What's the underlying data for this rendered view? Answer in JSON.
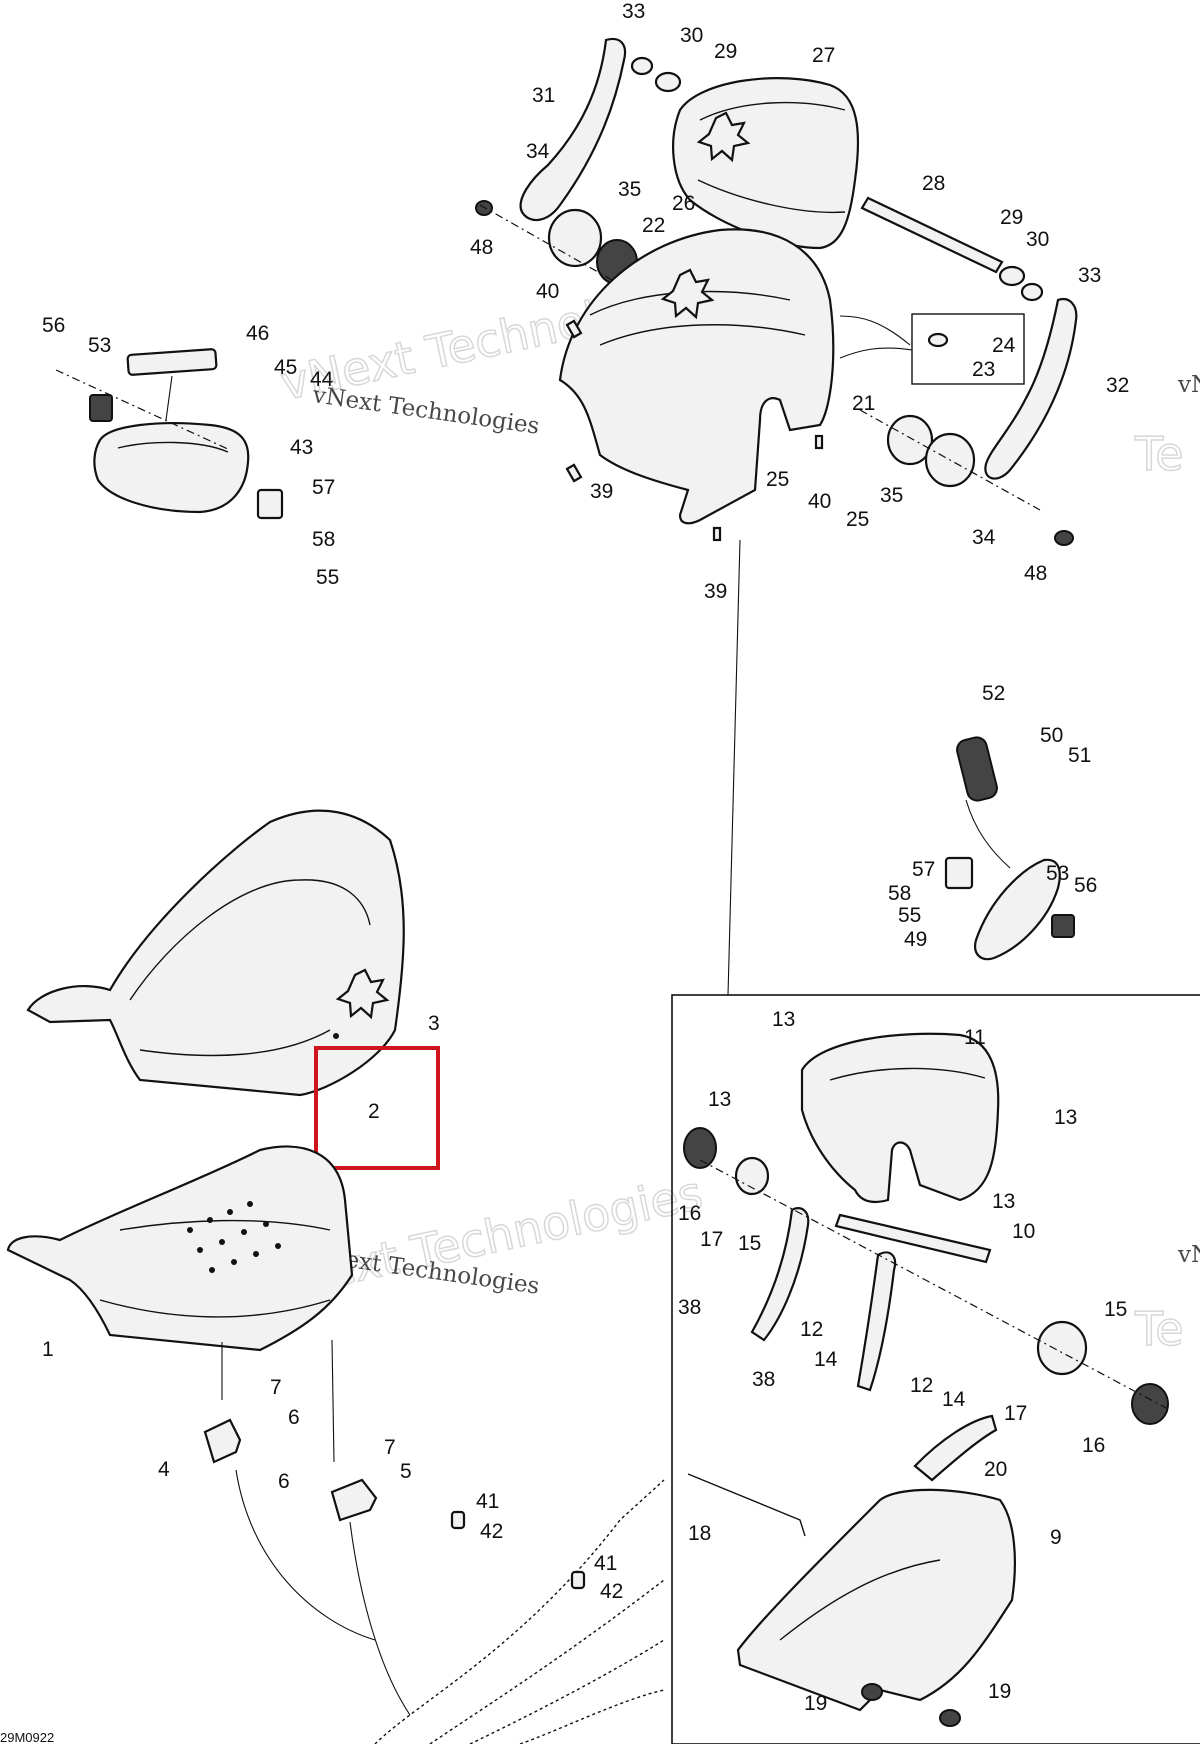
{
  "diagram": {
    "drawing_code": "29M0922",
    "watermark": "vNext Technologies",
    "highlight_color": "#d0141c",
    "highlighted_callout": "2",
    "callouts": [
      "1",
      "2",
      "3",
      "4",
      "5",
      "6",
      "6",
      "7",
      "7",
      "9",
      "10",
      "11",
      "12",
      "12",
      "13",
      "13",
      "13",
      "13",
      "14",
      "14",
      "15",
      "15",
      "16",
      "16",
      "17",
      "17",
      "18",
      "19",
      "19",
      "20",
      "21",
      "22",
      "23",
      "24",
      "25",
      "25",
      "26",
      "27",
      "28",
      "29",
      "29",
      "30",
      "30",
      "31",
      "32",
      "33",
      "33",
      "34",
      "34",
      "35",
      "35",
      "38",
      "38",
      "39",
      "39",
      "40",
      "40",
      "41",
      "41",
      "42",
      "42",
      "43",
      "44",
      "45",
      "46",
      "48",
      "48",
      "49",
      "50",
      "51",
      "52",
      "53",
      "53",
      "55",
      "55",
      "56",
      "56",
      "57",
      "57",
      "58",
      "58"
    ]
  }
}
